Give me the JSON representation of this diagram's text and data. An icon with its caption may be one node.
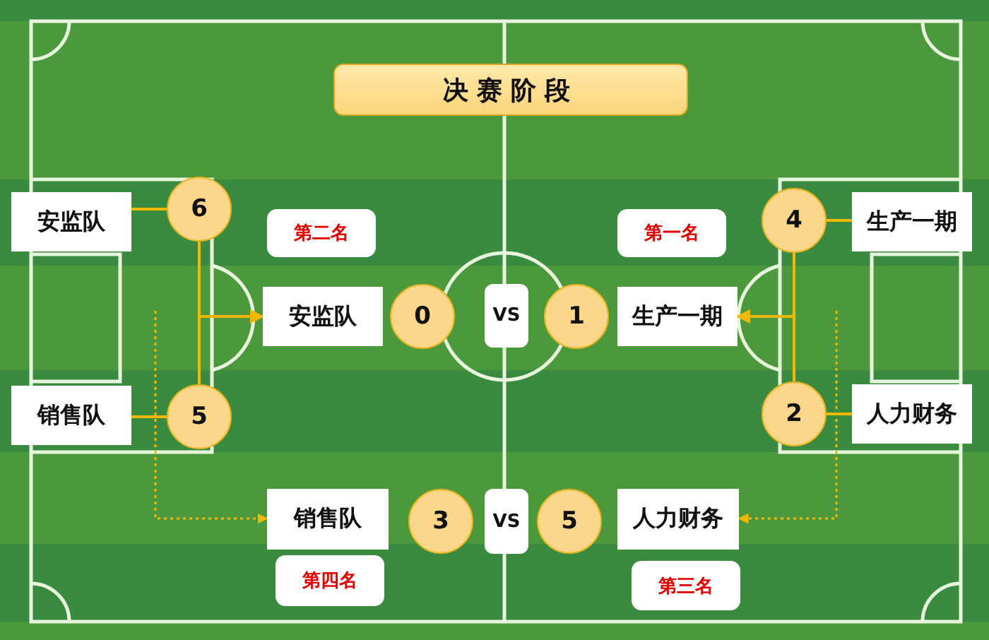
{
  "diagram": {
    "title": "决赛阶段",
    "nodes": [
      {
        "text": [
          "安监队"
        ]
      },
      {
        "text": [
          "6"
        ]
      },
      {
        "text": [
          "销售队"
        ]
      },
      {
        "text": [
          "5"
        ]
      },
      {
        "text": [
          "生产一期"
        ]
      },
      {
        "text": [
          "4"
        ]
      },
      {
        "text": [
          "人力财务"
        ]
      },
      {
        "text": [
          "2"
        ]
      },
      {
        "text": [
          "第二名"
        ]
      },
      {
        "text": [
          "安监队"
        ]
      },
      {
        "text": [
          "0"
        ]
      },
      {
        "text": [
          "VS"
        ]
      },
      {
        "text": [
          "1"
        ]
      },
      {
        "text": [
          "生产一期"
        ]
      },
      {
        "text": [
          "第一名"
        ]
      },
      {
        "text": [
          "销售队"
        ]
      },
      {
        "text": [
          "3"
        ]
      },
      {
        "text": [
          "VS"
        ]
      },
      {
        "text": [
          "5"
        ]
      },
      {
        "text": [
          "人力财务"
        ]
      },
      {
        "text": [
          "第四名"
        ]
      },
      {
        "text": [
          "第三名"
        ]
      }
    ],
    "edges": [
      {
        "from": 0,
        "to": 1,
        "arrow": "none"
      },
      {
        "from": 2,
        "to": 3,
        "arrow": "none"
      },
      {
        "from": 4,
        "to": 5,
        "arrow": "none"
      },
      {
        "from": 6,
        "to": 7,
        "arrow": "none"
      },
      {
        "from": 1,
        "to": 9,
        "arrow": "to"
      },
      {
        "from": 3,
        "to": 9,
        "arrow": "to"
      },
      {
        "from": 5,
        "to": 13,
        "arrow": "to"
      },
      {
        "from": 7,
        "to": 13,
        "arrow": "to"
      },
      {
        "from": null,
        "to": 15,
        "arrow": "to",
        "style": "dashed"
      },
      {
        "from": null,
        "to": 19,
        "arrow": "to",
        "style": "dashed"
      }
    ]
  }
}
